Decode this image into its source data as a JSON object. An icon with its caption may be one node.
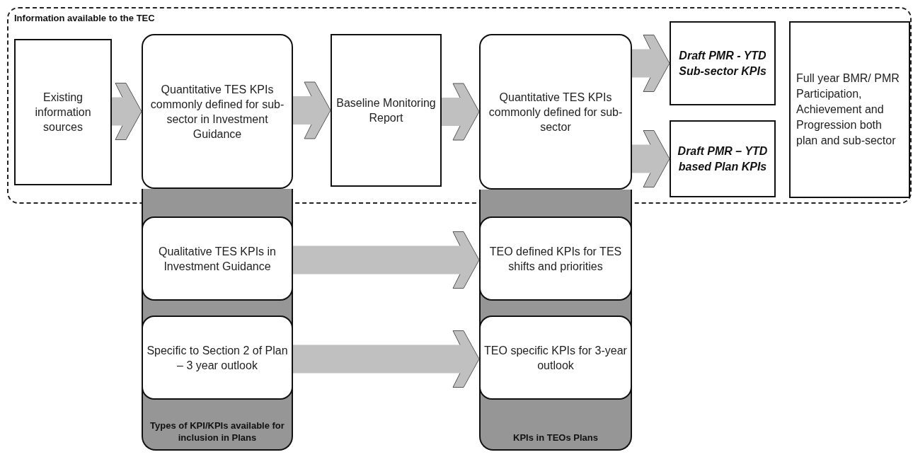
{
  "diagram": {
    "nodes": [
      {
        "text": [
          "Information available to the TEC"
        ]
      },
      {
        "text": [
          "Types of KPI/KPIs available for inclusion in Plans"
        ]
      },
      {
        "text": [
          "KPIs in TEOs Plans"
        ]
      },
      {
        "text": [
          "Existing information sources"
        ],
        "in": 0
      },
      {
        "text": [
          "Quantitative TES KPIs commonly defined for sub-sector in Investment Guidance"
        ],
        "in": 0
      },
      {
        "text": [
          "Baseline Monitoring Report"
        ],
        "in": 0
      },
      {
        "text": [
          "Quantitative TES KPIs commonly defined for sub-sector"
        ],
        "in": 0
      },
      {
        "text": [
          "Draft PMR - YTD Sub-sector KPIs"
        ],
        "in": 0
      },
      {
        "text": [
          "Draft PMR – YTD based Plan KPIs"
        ],
        "in": 0
      },
      {
        "text": [
          "Full year BMR/ PMR Participation, Achievement and Progression both plan and sub-sector"
        ],
        "in": 0
      },
      {
        "text": [
          "Qualitative TES KPIs in Investment Guidance"
        ],
        "in": 1
      },
      {
        "text": [
          "TEO defined KPIs for TES shifts and priorities"
        ],
        "in": 2
      },
      {
        "text": [
          "Specific to Section 2 of Plan – 3 year outlook"
        ],
        "in": 1
      },
      {
        "text": [
          "TEO specific KPIs for 3-year outlook"
        ],
        "in": 2
      }
    ],
    "edges": [
      {
        "from": 3,
        "to": 4,
        "arrow": "to"
      },
      {
        "from": 4,
        "to": 5,
        "arrow": "to"
      },
      {
        "from": 5,
        "to": 6,
        "arrow": "to"
      },
      {
        "from": 6,
        "to": 7,
        "arrow": "to"
      },
      {
        "from": 6,
        "to": 8,
        "arrow": "to"
      },
      {
        "from": 10,
        "to": 11,
        "arrow": "to"
      },
      {
        "from": 12,
        "to": 13,
        "arrow": "to"
      }
    ]
  }
}
